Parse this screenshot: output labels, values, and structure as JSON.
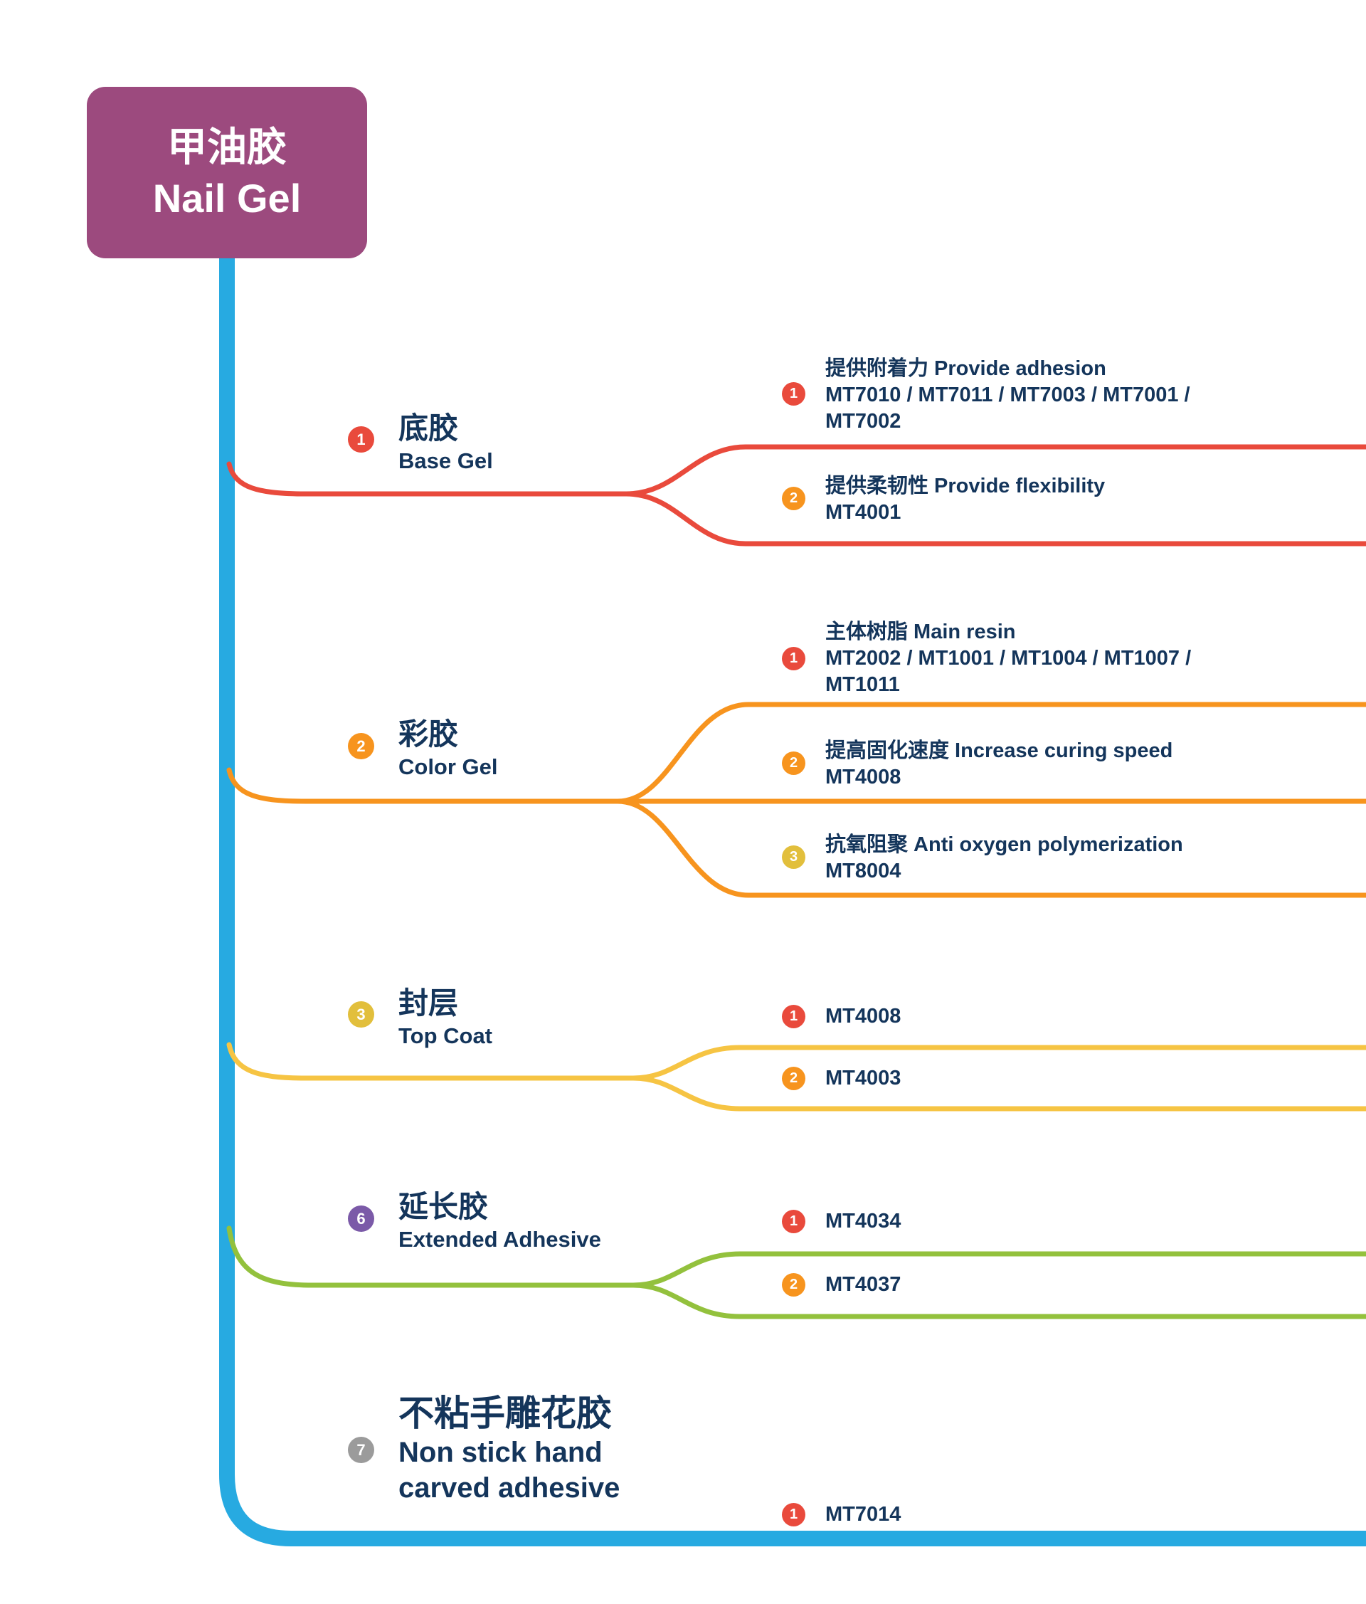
{
  "root": {
    "title_zh": "甲油胶",
    "title_en": "Nail Gel"
  },
  "colors": {
    "trunk": "#27aae1",
    "root_bg": "#9c4a7e",
    "text": "#14355b",
    "red": "#e94a3c",
    "orange": "#f7941e",
    "yellow_line": "#f6c443",
    "yellow_badge": "#e2bf3c",
    "green_line": "#93c13d",
    "purple_badge": "#7b5aa8",
    "gray_badge": "#9b9b9b"
  },
  "branches": [
    {
      "badge": "1",
      "label_zh": "底胶",
      "label_en": "Base Gel",
      "children": [
        {
          "badge": "1",
          "lines": [
            "提供附着力 Provide adhesion",
            "MT7010 / MT7011 / MT7003 / MT7001 /",
            "MT7002"
          ]
        },
        {
          "badge": "2",
          "lines": [
            "提供柔韧性 Provide flexibility",
            "MT4001"
          ]
        }
      ]
    },
    {
      "badge": "2",
      "label_zh": "彩胶",
      "label_en": "Color Gel",
      "children": [
        {
          "badge": "1",
          "lines": [
            "主体树脂 Main resin",
            "MT2002 / MT1001 / MT1004 / MT1007 /",
            "MT1011"
          ]
        },
        {
          "badge": "2",
          "lines": [
            "提高固化速度 Increase curing speed",
            "MT4008"
          ]
        },
        {
          "badge": "3",
          "lines": [
            "抗氧阻聚 Anti oxygen polymerization",
            "MT8004"
          ]
        }
      ]
    },
    {
      "badge": "3",
      "label_zh": "封层",
      "label_en": "Top Coat",
      "children": [
        {
          "badge": "1",
          "lines": [
            "MT4008"
          ]
        },
        {
          "badge": "2",
          "lines": [
            "MT4003"
          ]
        }
      ]
    },
    {
      "badge": "6",
      "label_zh": "延长胶",
      "label_en": "Extended Adhesive",
      "children": [
        {
          "badge": "1",
          "lines": [
            "MT4034"
          ]
        },
        {
          "badge": "2",
          "lines": [
            "MT4037"
          ]
        }
      ]
    },
    {
      "badge": "7",
      "label_zh": "不粘手雕花胶",
      "label_en": "Non stick hand\ncarved adhesive",
      "children": [
        {
          "badge": "1",
          "lines": [
            "MT7014"
          ]
        }
      ]
    }
  ]
}
